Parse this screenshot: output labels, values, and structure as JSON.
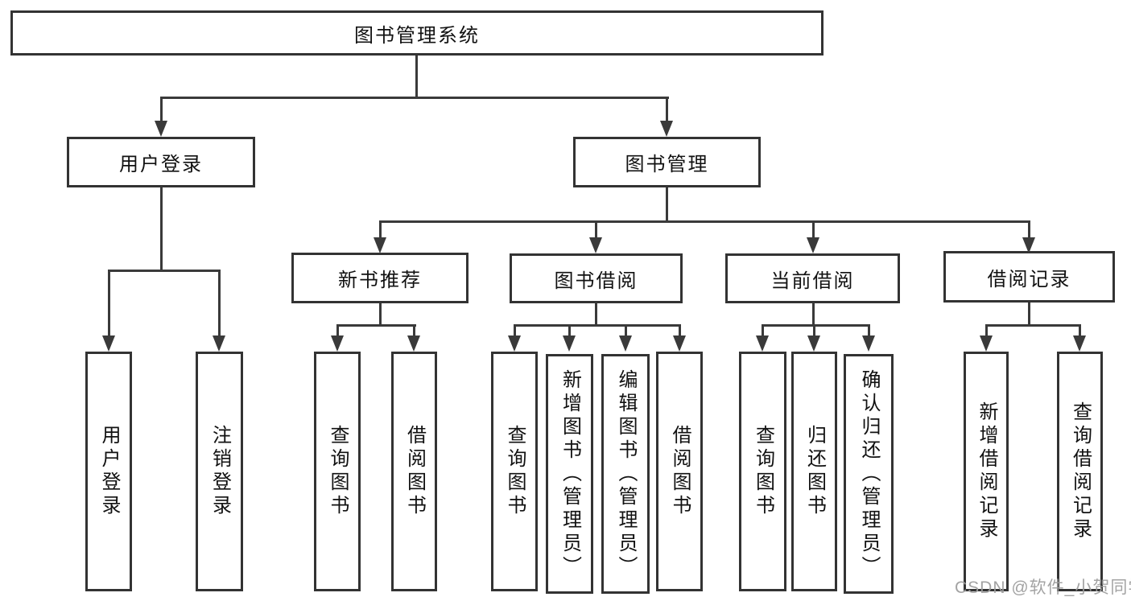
{
  "diagram_title": "图书管理系统",
  "tree": {
    "label": "图书管理系统",
    "children": [
      {
        "label": "用户登录",
        "children": [
          {
            "label": "用户登录"
          },
          {
            "label": "注销登录"
          }
        ]
      },
      {
        "label": "图书管理",
        "children": [
          {
            "label": "新书推荐",
            "children": [
              {
                "label": "查询图书"
              },
              {
                "label": "借阅图书"
              }
            ]
          },
          {
            "label": "图书借阅",
            "children": [
              {
                "label": "查询图书"
              },
              {
                "label": "新增图书（管理员）"
              },
              {
                "label": "编辑图书（管理员）"
              },
              {
                "label": "借阅图书"
              }
            ]
          },
          {
            "label": "当前借阅",
            "children": [
              {
                "label": "查询图书"
              },
              {
                "label": "归还图书"
              },
              {
                "label": "确认归还（管理员）"
              }
            ]
          },
          {
            "label": "借阅记录",
            "children": [
              {
                "label": "新增借阅记录"
              },
              {
                "label": "查询借阅记录"
              }
            ]
          }
        ]
      }
    ]
  },
  "watermark": {
    "text": "CSDN @软件_小贺同学",
    "color": "#a8a8a8"
  },
  "colors": {
    "background": "#ffffff",
    "line": "#3a3a3a",
    "box_border": "#333333",
    "box_fill": "#ffffff",
    "text": "#111111"
  }
}
